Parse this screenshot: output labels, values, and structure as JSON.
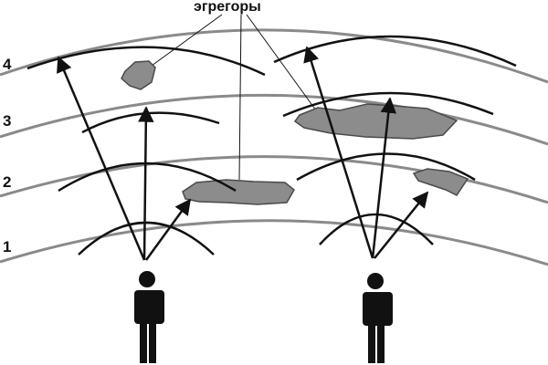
{
  "title": "эгрегоры",
  "levels": [
    {
      "label": "1"
    },
    {
      "label": "2"
    },
    {
      "label": "3"
    },
    {
      "label": "4"
    }
  ],
  "colors": {
    "level_line": "#8a8a8a",
    "arc": "#111111",
    "blob_fill": "#8c8c8c",
    "blob_stroke": "#4a4a4a",
    "figure": "#111111"
  }
}
